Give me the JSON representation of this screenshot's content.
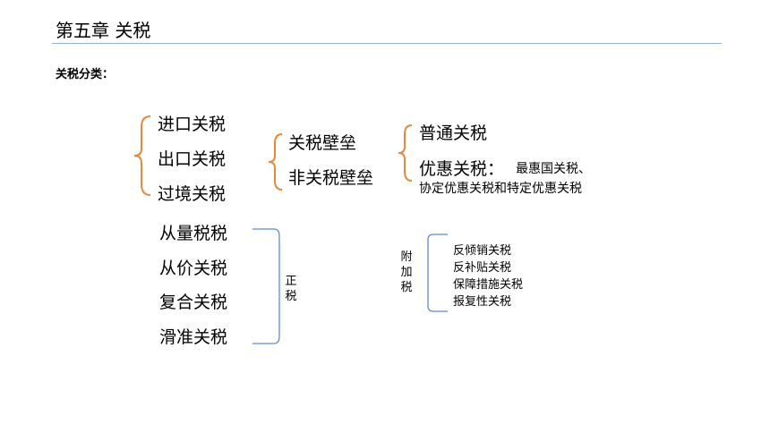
{
  "title": "第五章 关税",
  "subtitle": "关税分类：",
  "group_direction": [
    "进口关税",
    "出口关税",
    "过境关税"
  ],
  "group_barrier": [
    "关税壁垒",
    "非关税壁垒"
  ],
  "group_preference": {
    "ordinary": "普通关税",
    "preferential_label": "优惠关税：",
    "preferential_note_1": "最惠国关税、",
    "preferential_note_2": "协定优惠关税和特定优惠关税"
  },
  "group_method": [
    "从量税税",
    "从价关税",
    "复合关税",
    "滑准关税"
  ],
  "main_tax_label": "正税",
  "surcharge_label": "附加税",
  "surcharge_items": [
    "反倾销关税",
    "反补贴关税",
    "保障措施关税",
    "报复性关税"
  ],
  "colors": {
    "orange_brace": "#e6893a",
    "blue_brace": "#5b8ed0",
    "rule": "#8fb2d6"
  }
}
